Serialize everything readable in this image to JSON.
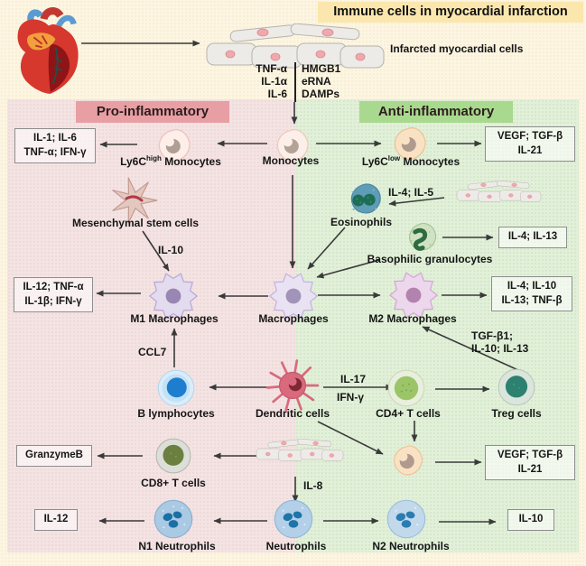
{
  "title": "Immune cells in myocardial infarction",
  "top": {
    "infarcted_label": "Infarcted myocardial cells",
    "released_factors": {
      "left": [
        "TNF-α",
        "IL-1α",
        "IL-6"
      ],
      "right": [
        "HMGB1",
        "eRNA",
        "DAMPs"
      ]
    }
  },
  "sections": {
    "pro": {
      "label": "Pro-inflammatory",
      "header_bg": "#e79fa4",
      "bg": "#f4e3e3"
    },
    "anti": {
      "label": "Anti-inflammatory",
      "header_bg": "#a9d98e",
      "bg": "#e2f0d9"
    }
  },
  "cells": {
    "ly6c_high": {
      "pre": "Ly6C",
      "sup": "high",
      "post": " Monocytes"
    },
    "monocytes": {
      "label": "Monocytes"
    },
    "ly6c_low": {
      "pre": "Ly6C",
      "sup": "low",
      "post": " Monocytes"
    },
    "msc": {
      "label": "Mesenchymal stem cells"
    },
    "eosinophils": {
      "label": "Eosinophils"
    },
    "basophils": {
      "label": "Basophilic granulocytes"
    },
    "m1": {
      "label": "M1 Macrophages"
    },
    "macrophages": {
      "label": "Macrophages"
    },
    "m2": {
      "label": "M2 Macrophages"
    },
    "b_cells": {
      "label": "B lymphocytes"
    },
    "dendritic": {
      "label": "Dendritic cells"
    },
    "cd4": {
      "label": "CD4+ T cells"
    },
    "treg": {
      "label": "Treg cells"
    },
    "cd8": {
      "label": "CD8+ T cells"
    },
    "n1": {
      "label": "N1 Neutrophils"
    },
    "neutrophils": {
      "label": "Neutrophils"
    },
    "n2": {
      "label": "N2 Neutrophils"
    }
  },
  "boxes": {
    "pro_monocyte": {
      "line1": "IL-1; IL-6",
      "line2": "TNF-α; IFN-γ"
    },
    "anti_monocyte": {
      "line1": "VEGF; TGF-β",
      "line2": "IL-21"
    },
    "basophil_out": {
      "line1": "IL-4; IL-13"
    },
    "m1_out": {
      "line1": "IL-12; TNF-α",
      "line2": "IL-1β; IFN-γ"
    },
    "m2_out": {
      "line1": "IL-4; IL-10",
      "line2": "IL-13; TNF-β"
    },
    "cd8_out": {
      "line1": "GranzymeB"
    },
    "anti_macrophage_out": {
      "line1": "VEGF; TGF-β",
      "line2": "IL-21"
    },
    "n1_out": {
      "line1": "IL-12"
    },
    "n2_out": {
      "line1": "IL-10"
    }
  },
  "arrow_labels": {
    "msc_to_m1": "IL-10",
    "myocardium_to_eosinophils": "IL-4; IL-5",
    "treg_to_m2_line1": "TGF-β1;",
    "treg_to_m2_line2": "IL-10; IL-13",
    "b_to_m1": "CCL7",
    "dendritic_to_cd4_line1": "IL-17",
    "dendritic_to_cd4_line2": "IFN-γ",
    "myocardium_to_neutrophils": "IL-8"
  }
}
